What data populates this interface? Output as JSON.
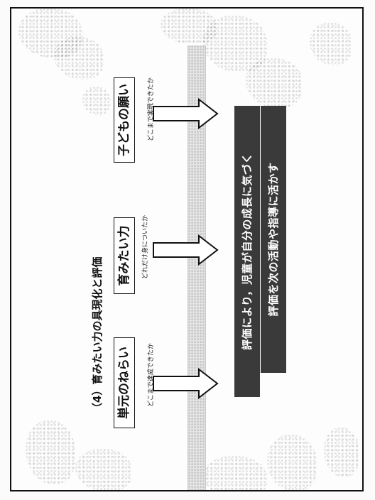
{
  "title": "（4）育みたい力の具現化と評価",
  "items": [
    {
      "label": "子どもの願い",
      "sub": "どこまで実現できたか"
    },
    {
      "label": "育みたい力",
      "sub": "どれだけ身についたか"
    },
    {
      "label": "単元のねらい",
      "sub": "どこまで達成できたか"
    }
  ],
  "results": [
    "評価により，児童が自分の成長に気づく",
    "評価を次の活動や指導に活かす"
  ],
  "colors": {
    "bar_fill": "#3a3a3a",
    "bar_text": "#ffffff",
    "ink": "#111111"
  }
}
